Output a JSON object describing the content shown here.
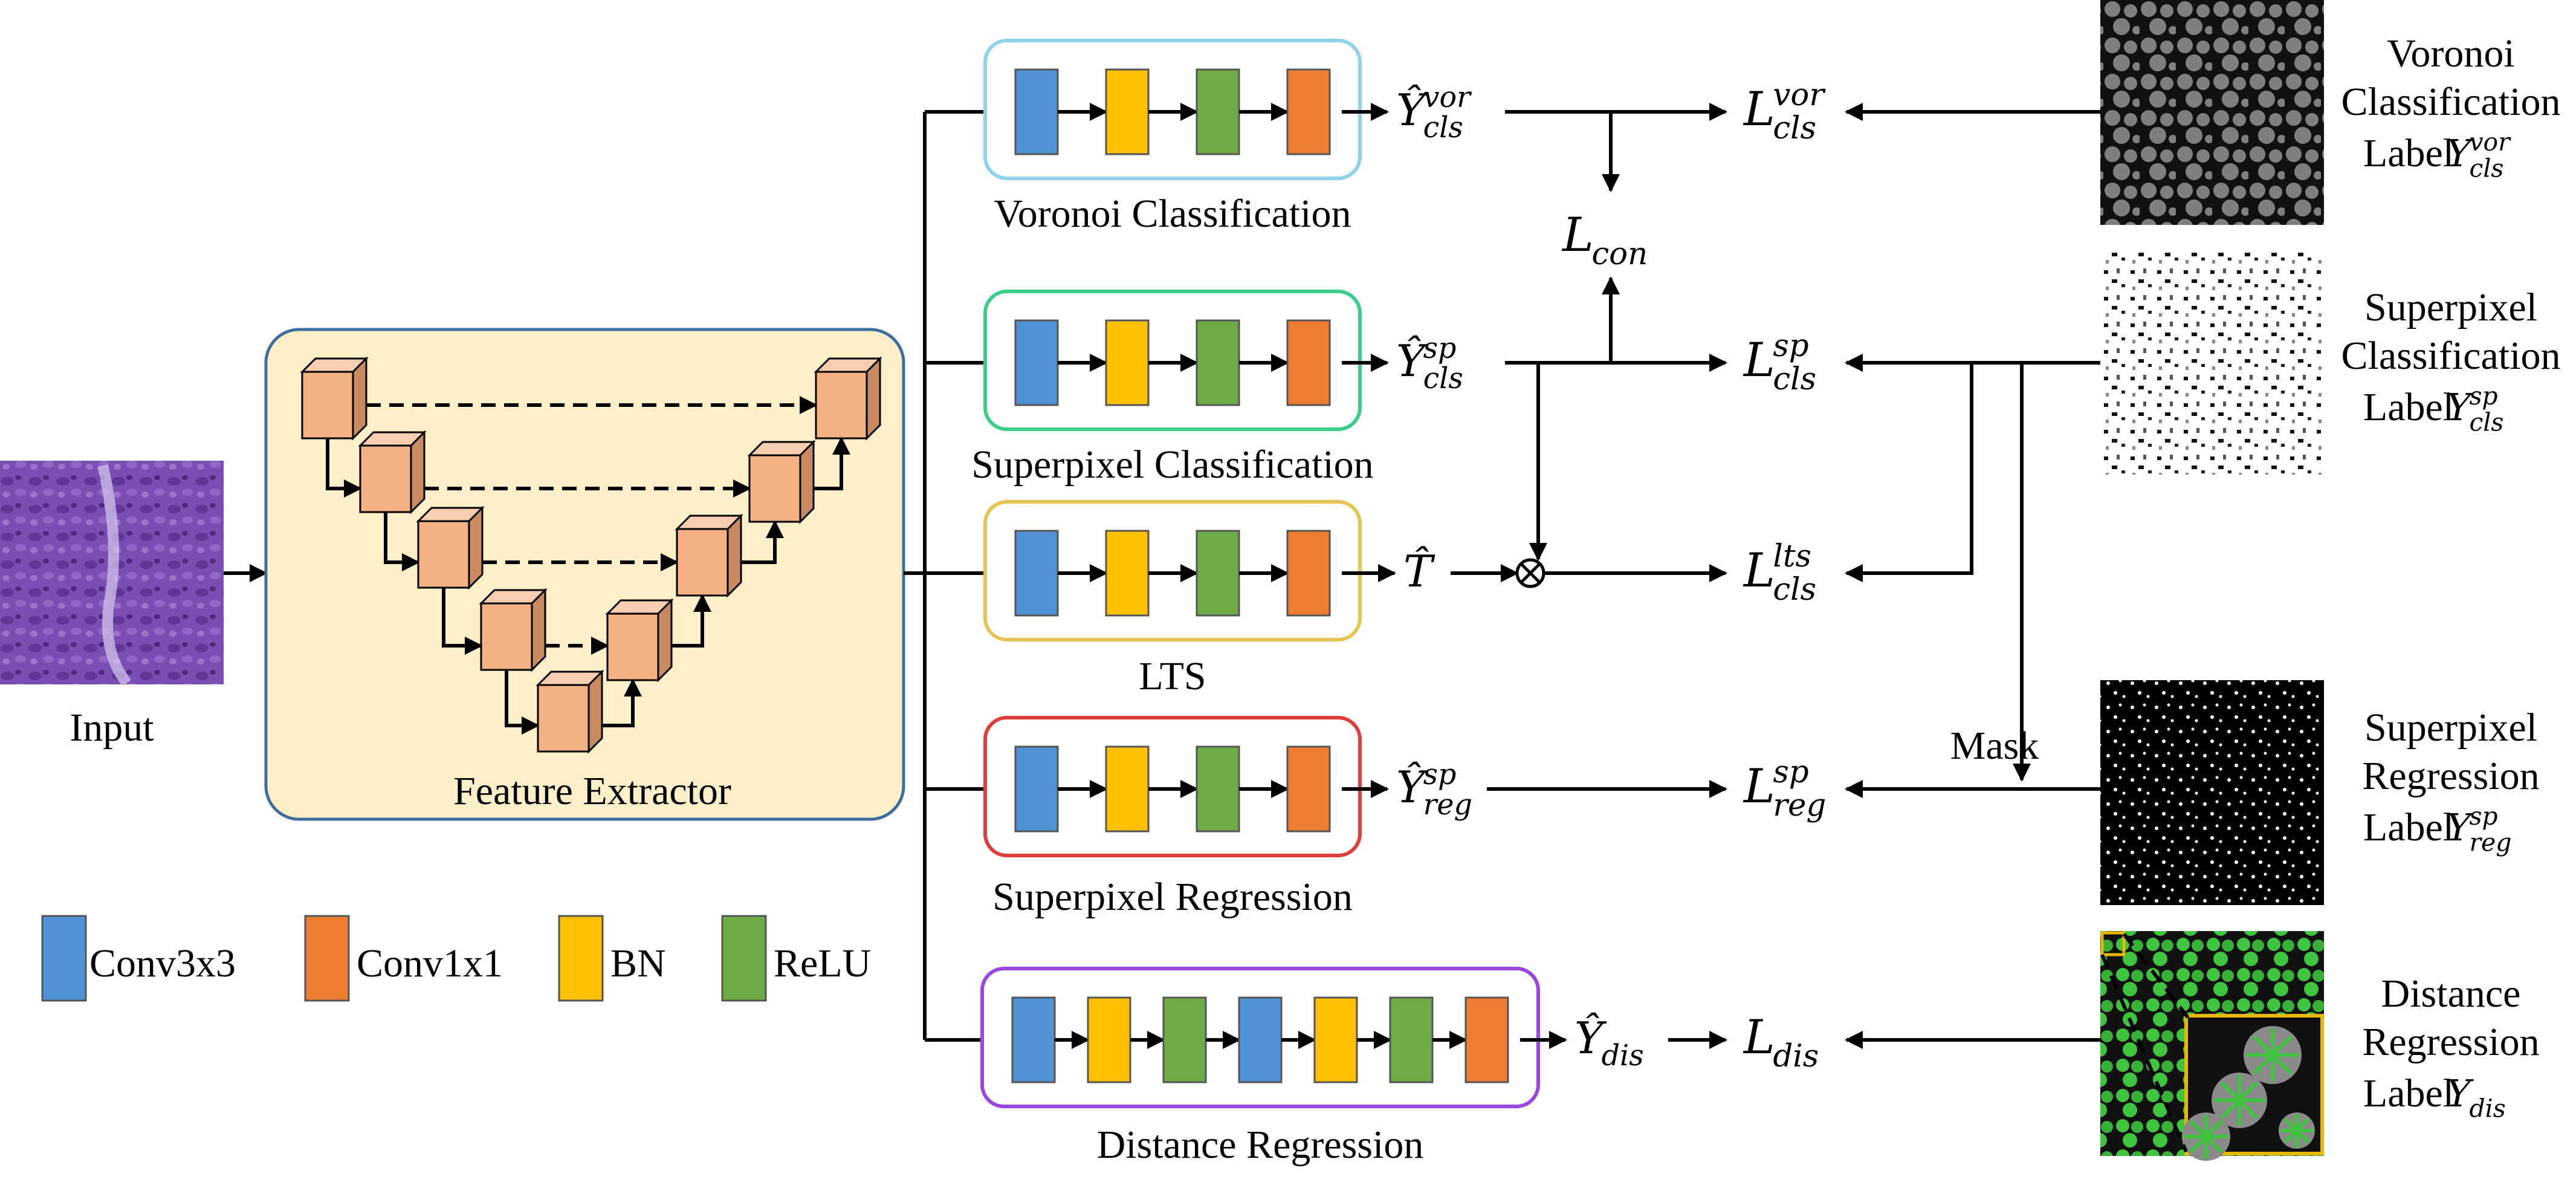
{
  "input": {
    "label": "Input"
  },
  "feature_extractor": {
    "label": "Feature Extractor"
  },
  "branches": [
    {
      "label": "Voronoi Classification",
      "border": "#8ed3ea",
      "output": {
        "base": "Ŷ",
        "sup": "vor",
        "sub": "cls"
      },
      "loss": {
        "base": "L",
        "sup": "vor",
        "sub": "cls"
      }
    },
    {
      "label": "Superpixel Classification",
      "border": "#3dcc8a",
      "output": {
        "base": "Ŷ",
        "sup": "sp",
        "sub": "cls"
      },
      "loss": {
        "base": "L",
        "sup": "sp",
        "sub": "cls"
      }
    },
    {
      "label": "LTS",
      "border": "#e6c453",
      "output": {
        "base": "T̂",
        "sup": "",
        "sub": ""
      },
      "loss": {
        "base": "L",
        "sup": "lts",
        "sub": "cls"
      }
    },
    {
      "label": "Superpixel Regression",
      "border": "#de3e3e",
      "output": {
        "base": "Ŷ",
        "sup": "sp",
        "sub": "reg"
      },
      "loss": {
        "base": "L",
        "sup": "sp",
        "sub": "reg"
      }
    },
    {
      "label": "Distance Regression",
      "border": "#9b46e0",
      "output": {
        "base": "Ŷ",
        "sup": "",
        "sub": "dis"
      },
      "loss": {
        "base": "L",
        "sup": "",
        "sub": "dis"
      }
    }
  ],
  "consistency_loss": {
    "base": "L",
    "sub": "con"
  },
  "mask_label": "Mask",
  "labels": [
    {
      "line1": "Voronoi",
      "line2": "Classification",
      "line3": "Label",
      "sym": {
        "base": "Y",
        "sup": "vor",
        "sub": "cls"
      }
    },
    {
      "line1": "Superpixel",
      "line2": "Classification",
      "line3": "Label",
      "sym": {
        "base": "Y",
        "sup": "sp",
        "sub": "cls"
      }
    },
    {
      "line1": "Superpixel",
      "line2": "Regression",
      "line3": "Label",
      "sym": {
        "base": "Y",
        "sup": "sp",
        "sub": "reg"
      }
    },
    {
      "line1": "Distance",
      "line2": "Regression",
      "line3": "Label",
      "sym": {
        "base": "Y",
        "sup": "",
        "sub": "dis"
      }
    }
  ],
  "legend": [
    {
      "name": "Conv3x3",
      "color": "#4f92d6"
    },
    {
      "name": "Conv1x1",
      "color": "#ed7d31"
    },
    {
      "name": "BN",
      "color": "#ffc000"
    },
    {
      "name": "ReLU",
      "color": "#6cab45"
    }
  ],
  "colors": {
    "extractor_fill": "#fdf0c8",
    "extractor_border": "#3d6e9e",
    "cube_front": "#f4b183",
    "cube_top": "#f8cdb0",
    "cube_side": "#c98a62",
    "tissue": "#6b3fa0",
    "label_gray": "#7f7f7f",
    "label_green": "#3ec43e",
    "zoom_border": "#e6b800"
  }
}
